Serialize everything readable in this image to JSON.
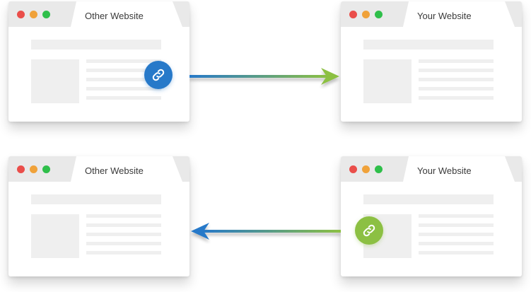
{
  "windows": [
    {
      "id": "top-left",
      "tab_label": "Other Website"
    },
    {
      "id": "top-right",
      "tab_label": "Your Website"
    },
    {
      "id": "bottom-left",
      "tab_label": "Other Website"
    },
    {
      "id": "bottom-right",
      "tab_label": "Your Website"
    }
  ],
  "colors": {
    "blue": "#2779c9",
    "green": "#8cc043",
    "dot_red": "#ea4e4a",
    "dot_orange": "#f0a23a",
    "dot_green": "#2fbf4a"
  },
  "icons": {
    "link": "link-icon"
  }
}
